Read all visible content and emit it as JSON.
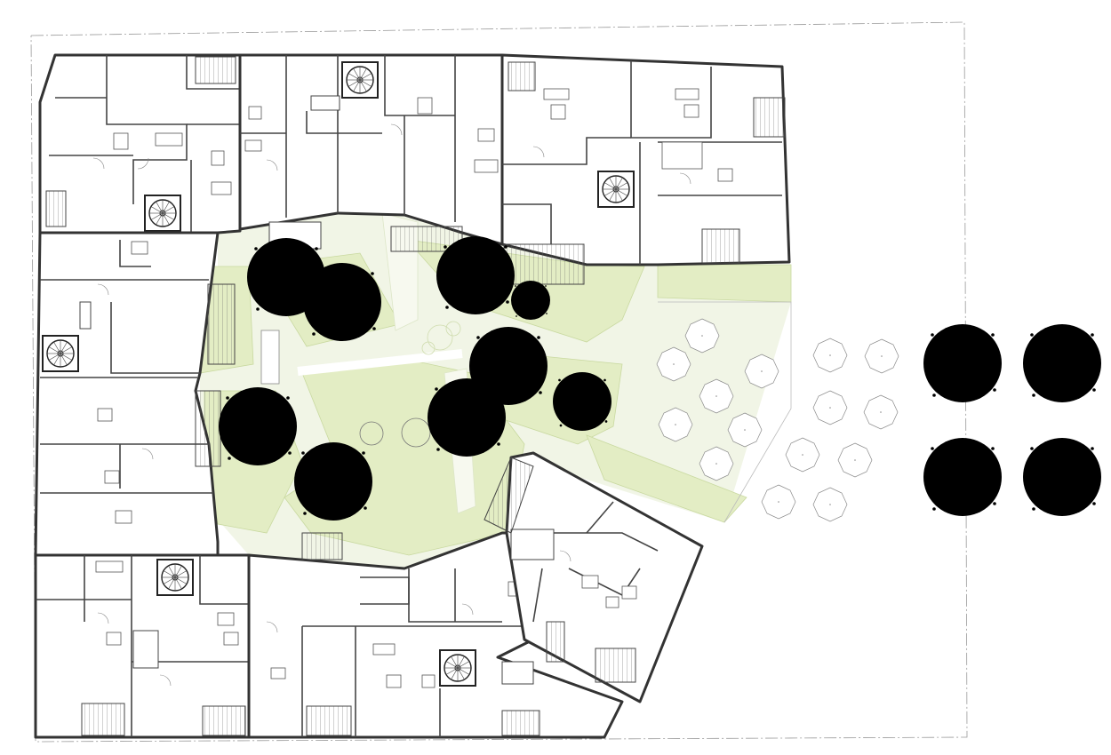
{
  "drawing": {
    "kind": "site-floor-plan",
    "colors": {
      "lawn": "#e3edc4",
      "path": "#f7f9ef",
      "tree_outline": "#a9c93a",
      "wall": "#333333",
      "plot_boundary": "#999999"
    },
    "elements": {
      "courtyard_trees": 9,
      "street_trees": 4,
      "circular_shrubs": 22,
      "spiral_staircases": 6
    }
  }
}
